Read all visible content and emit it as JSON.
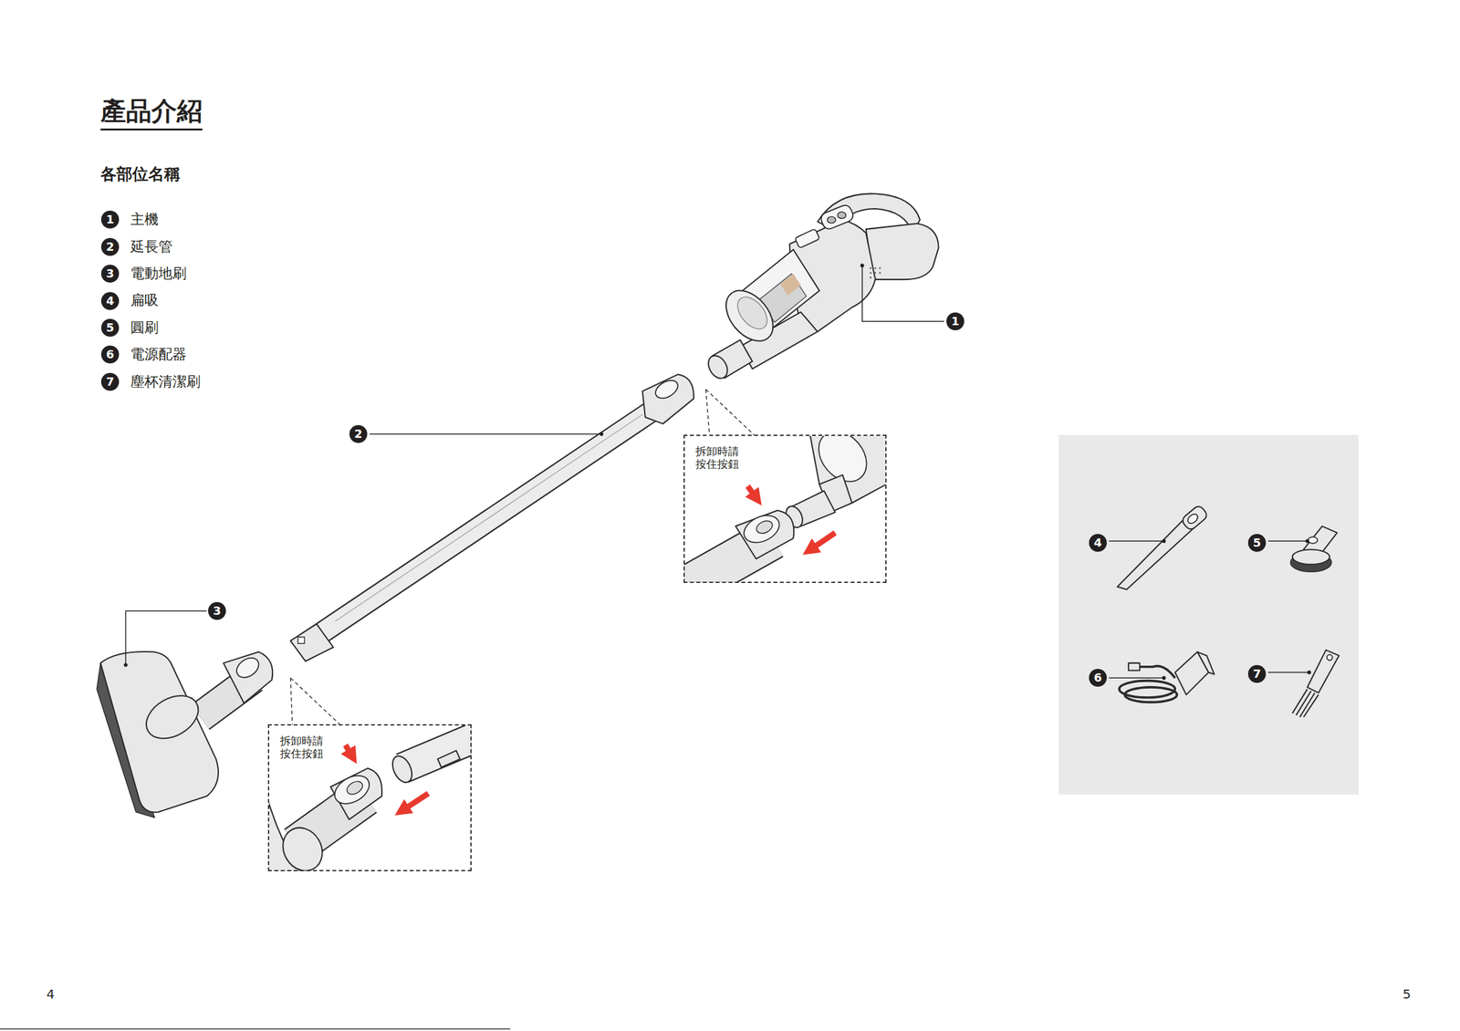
{
  "diagram": {
    "title": "產品介紹",
    "nodes": [
      {
        "text": [
          "拆卸時請 按住按鈕"
        ]
      },
      {
        "text": [
          "拆卸時請 按住按鈕"
        ]
      }
    ],
    "labels": [
      "各部位名稱",
      "1",
      "主機",
      "2",
      "延長管",
      "3",
      "電動地刷",
      "4",
      "扁吸",
      "5",
      "圓刷",
      "6",
      "電源配器",
      "7",
      "塵杯清潔刷",
      "1",
      "2",
      "3",
      "4",
      "5",
      "6",
      "7",
      "4",
      "5"
    ]
  }
}
